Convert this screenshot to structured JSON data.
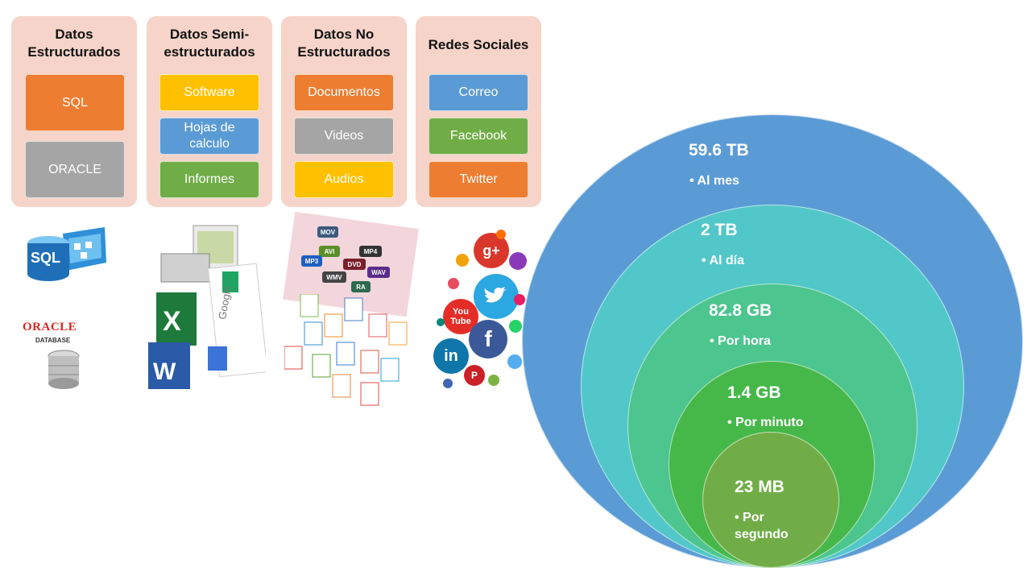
{
  "panels": [
    {
      "title": "Datos\nEstructurados",
      "items": [
        "SQL",
        "ORACLE"
      ]
    },
    {
      "title": "Datos Semi-\nestructurados",
      "items": [
        "Software",
        "Hojas de\ncalculo",
        "Informes"
      ]
    },
    {
      "title": "Datos No\nEstructurados",
      "items": [
        "Documentos",
        "Videos",
        "Audios"
      ]
    },
    {
      "title": "Redes Sociales",
      "items": [
        "Correo",
        "Facebook",
        "Twitter"
      ]
    }
  ],
  "logos": {
    "sql": "SQL",
    "oracle_brand": "ORACLE",
    "oracle_sub": "DATABASE",
    "google": "Google",
    "media_tags": [
      "MOV",
      "MP4",
      "AVI",
      "MP3",
      "DVD",
      "WAV",
      "WMV",
      "RA"
    ],
    "social": [
      "in",
      "f",
      "You\nTube",
      "g+",
      "P"
    ]
  },
  "rings": [
    {
      "value": "59.6 TB",
      "label": "• Al mes",
      "color": "#5b9bd5"
    },
    {
      "value": "2 TB",
      "label": "• Al día",
      "color": "#52c7c9"
    },
    {
      "value": "82.8 GB",
      "label": "• Por hora",
      "color": "#4cc58f"
    },
    {
      "value": "1.4 GB",
      "label": "• Por minuto",
      "color": "#46b84a"
    },
    {
      "value": "23 MB",
      "label": "• Por\n  segundo",
      "color": "#70ad47"
    }
  ]
}
